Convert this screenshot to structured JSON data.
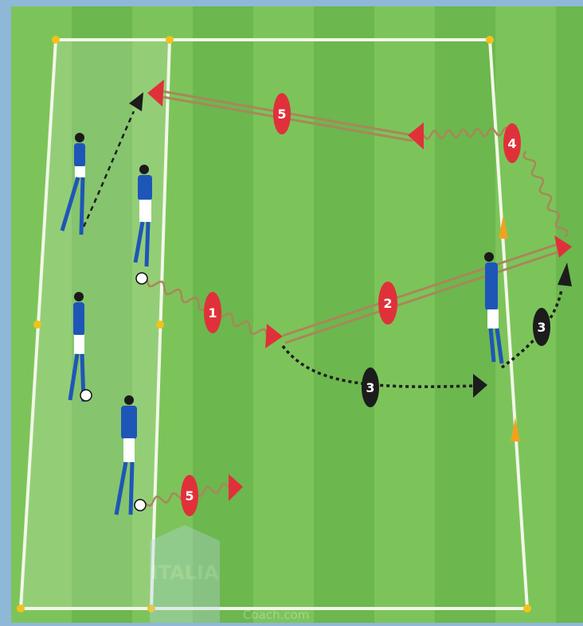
{
  "colors": {
    "frame": "#8fb8d8",
    "pitch_light": "#7cc45a",
    "pitch_dark": "#5fad45",
    "zone_overlay": "#ffffff",
    "lines": "#f2f7e8",
    "cone": "#f2c21a",
    "orange_cone": "#f0a21e",
    "pass_arrow": "#a8875a",
    "marker_red": "#e0313a",
    "marker_black": "#1c1c1c",
    "kit_blue": "#1e56b8",
    "kit_white": "#ffffff"
  },
  "markers": {
    "m1": "1",
    "m2": "2",
    "m3a": "3",
    "m3b": "3",
    "m4": "4",
    "m5a": "5",
    "m5b": "5"
  },
  "watermark": {
    "badge_text": "ITALIA",
    "site_text": "Coach.com"
  },
  "players": [
    {
      "id": "p1",
      "kit": "blue",
      "ball": false
    },
    {
      "id": "p2",
      "kit": "blue",
      "ball": true
    },
    {
      "id": "p3",
      "kit": "blue",
      "ball": true
    },
    {
      "id": "p4",
      "kit": "blue",
      "ball": true
    },
    {
      "id": "p5",
      "kit": "blue",
      "ball": false
    }
  ]
}
